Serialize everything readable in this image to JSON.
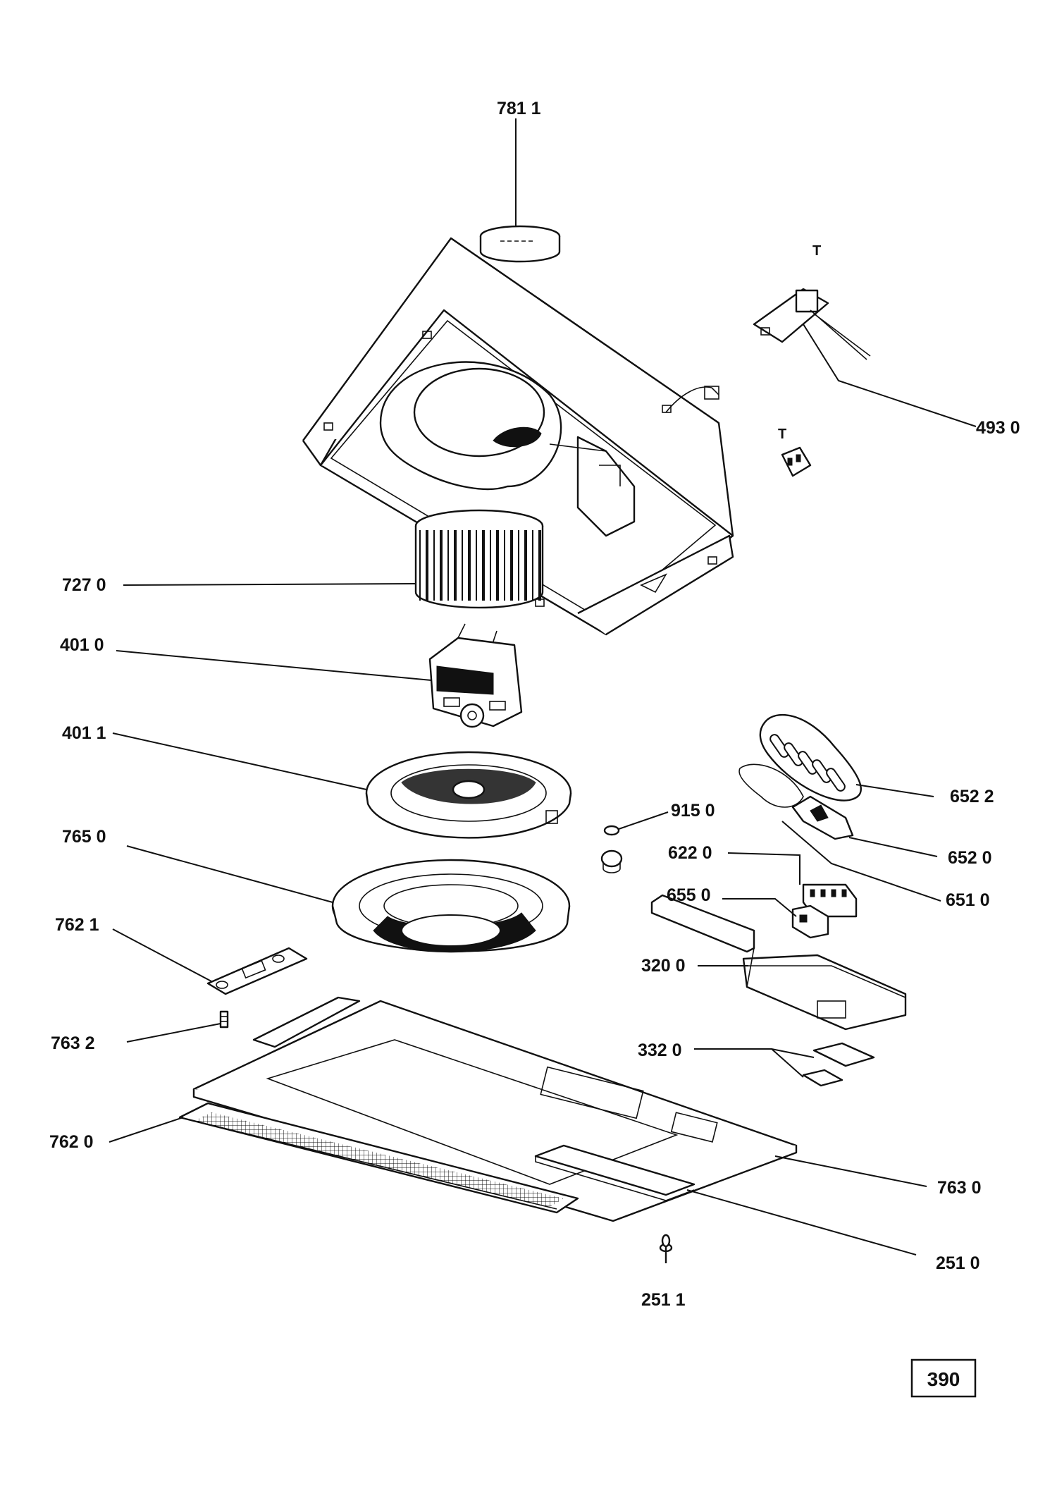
{
  "colors": {
    "ink": "#111111",
    "background": "#ffffff"
  },
  "parts": [
    {
      "id": "781-1",
      "label": "781 1"
    },
    {
      "id": "493-0",
      "label": "493 0"
    },
    {
      "id": "727-0",
      "label": "727 0"
    },
    {
      "id": "401-0",
      "label": "401 0"
    },
    {
      "id": "401-1",
      "label": "401 1"
    },
    {
      "id": "915-0",
      "label": "915 0"
    },
    {
      "id": "652-2",
      "label": "652 2"
    },
    {
      "id": "652-0",
      "label": "652 0"
    },
    {
      "id": "622-0",
      "label": "622 0"
    },
    {
      "id": "651-0",
      "label": "651 0"
    },
    {
      "id": "655-0",
      "label": "655 0"
    },
    {
      "id": "765-0",
      "label": "765 0"
    },
    {
      "id": "762-1",
      "label": "762 1"
    },
    {
      "id": "320-0",
      "label": "320 0"
    },
    {
      "id": "763-2",
      "label": "763 2"
    },
    {
      "id": "332-0",
      "label": "332 0"
    },
    {
      "id": "762-0",
      "label": "762 0"
    },
    {
      "id": "763-0",
      "label": "763 0"
    },
    {
      "id": "251-0",
      "label": "251 0"
    },
    {
      "id": "251-1",
      "label": "251 1"
    }
  ],
  "page_number": "390",
  "terminal_marks": [
    "T",
    "T"
  ]
}
